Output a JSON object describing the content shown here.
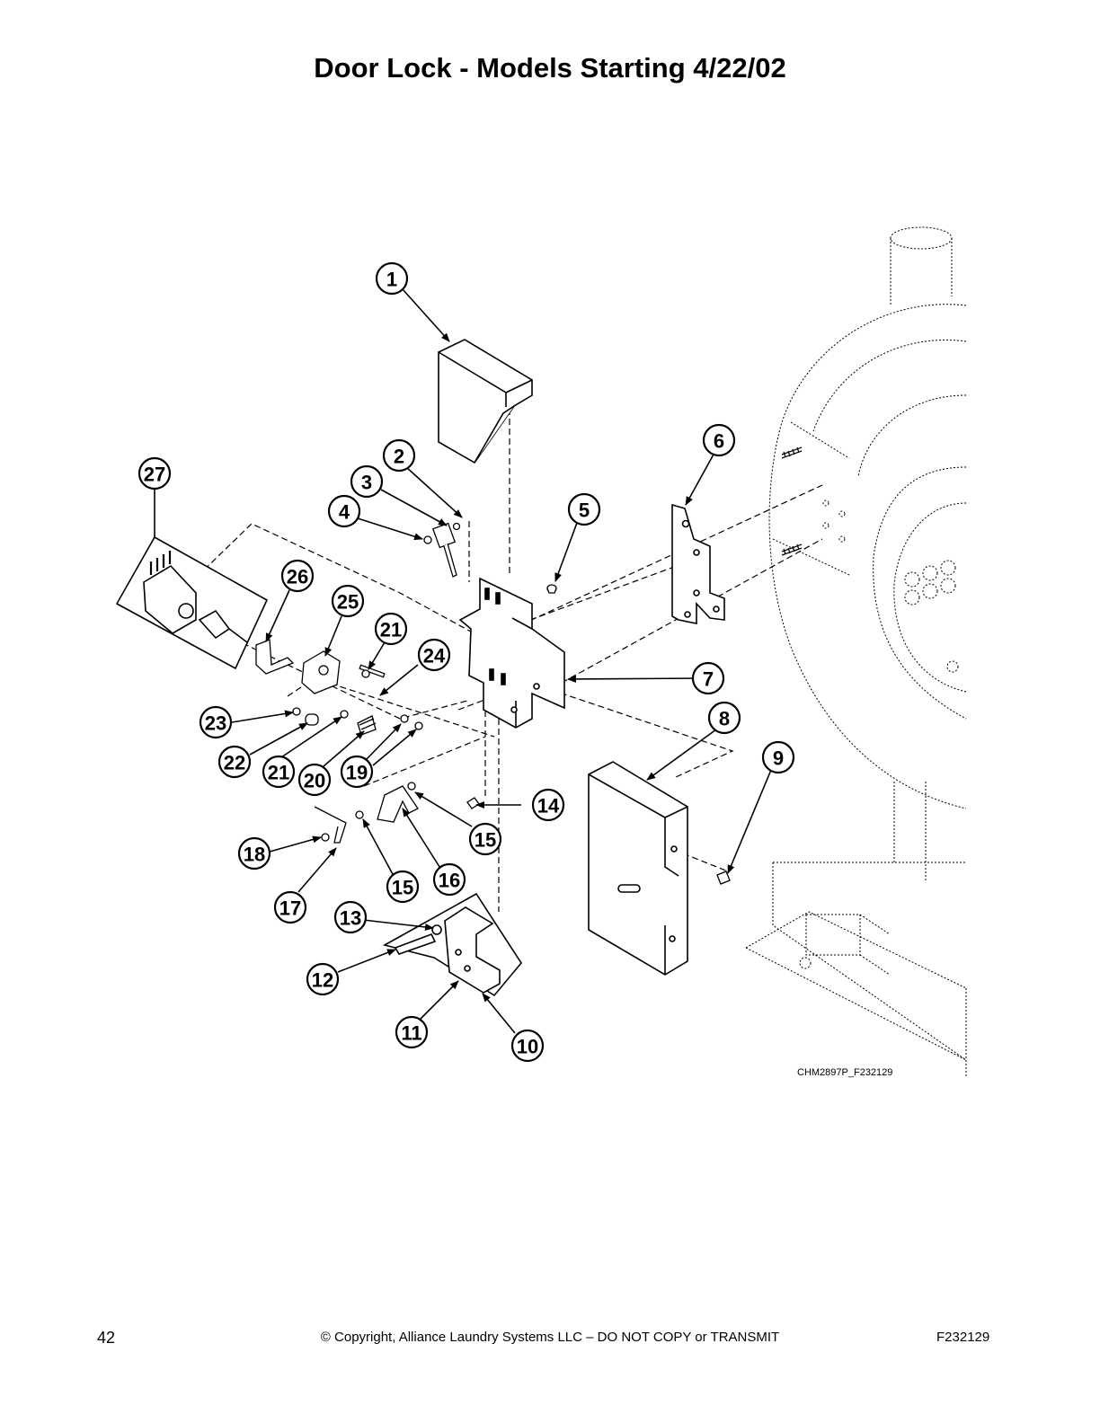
{
  "page": {
    "title": "Door Lock - Models Starting 4/22/02",
    "figure_id": "CHM2897P_F232129",
    "page_number": "42",
    "copyright": "© Copyright, Alliance Laundry Systems LLC – DO NOT COPY or TRANSMIT",
    "doc_code": "F232129"
  },
  "callouts": [
    {
      "label": "1"
    },
    {
      "label": "2"
    },
    {
      "label": "3"
    },
    {
      "label": "4"
    },
    {
      "label": "5"
    },
    {
      "label": "6"
    },
    {
      "label": "7"
    },
    {
      "label": "8"
    },
    {
      "label": "9"
    },
    {
      "label": "10"
    },
    {
      "label": "11"
    },
    {
      "label": "12"
    },
    {
      "label": "13"
    },
    {
      "label": "14"
    },
    {
      "label": "15"
    },
    {
      "label": "15"
    },
    {
      "label": "16"
    },
    {
      "label": "17"
    },
    {
      "label": "18"
    },
    {
      "label": "19"
    },
    {
      "label": "20"
    },
    {
      "label": "21"
    },
    {
      "label": "21"
    },
    {
      "label": "22"
    },
    {
      "label": "23"
    },
    {
      "label": "24"
    },
    {
      "label": "25"
    },
    {
      "label": "26"
    },
    {
      "label": "27"
    }
  ]
}
